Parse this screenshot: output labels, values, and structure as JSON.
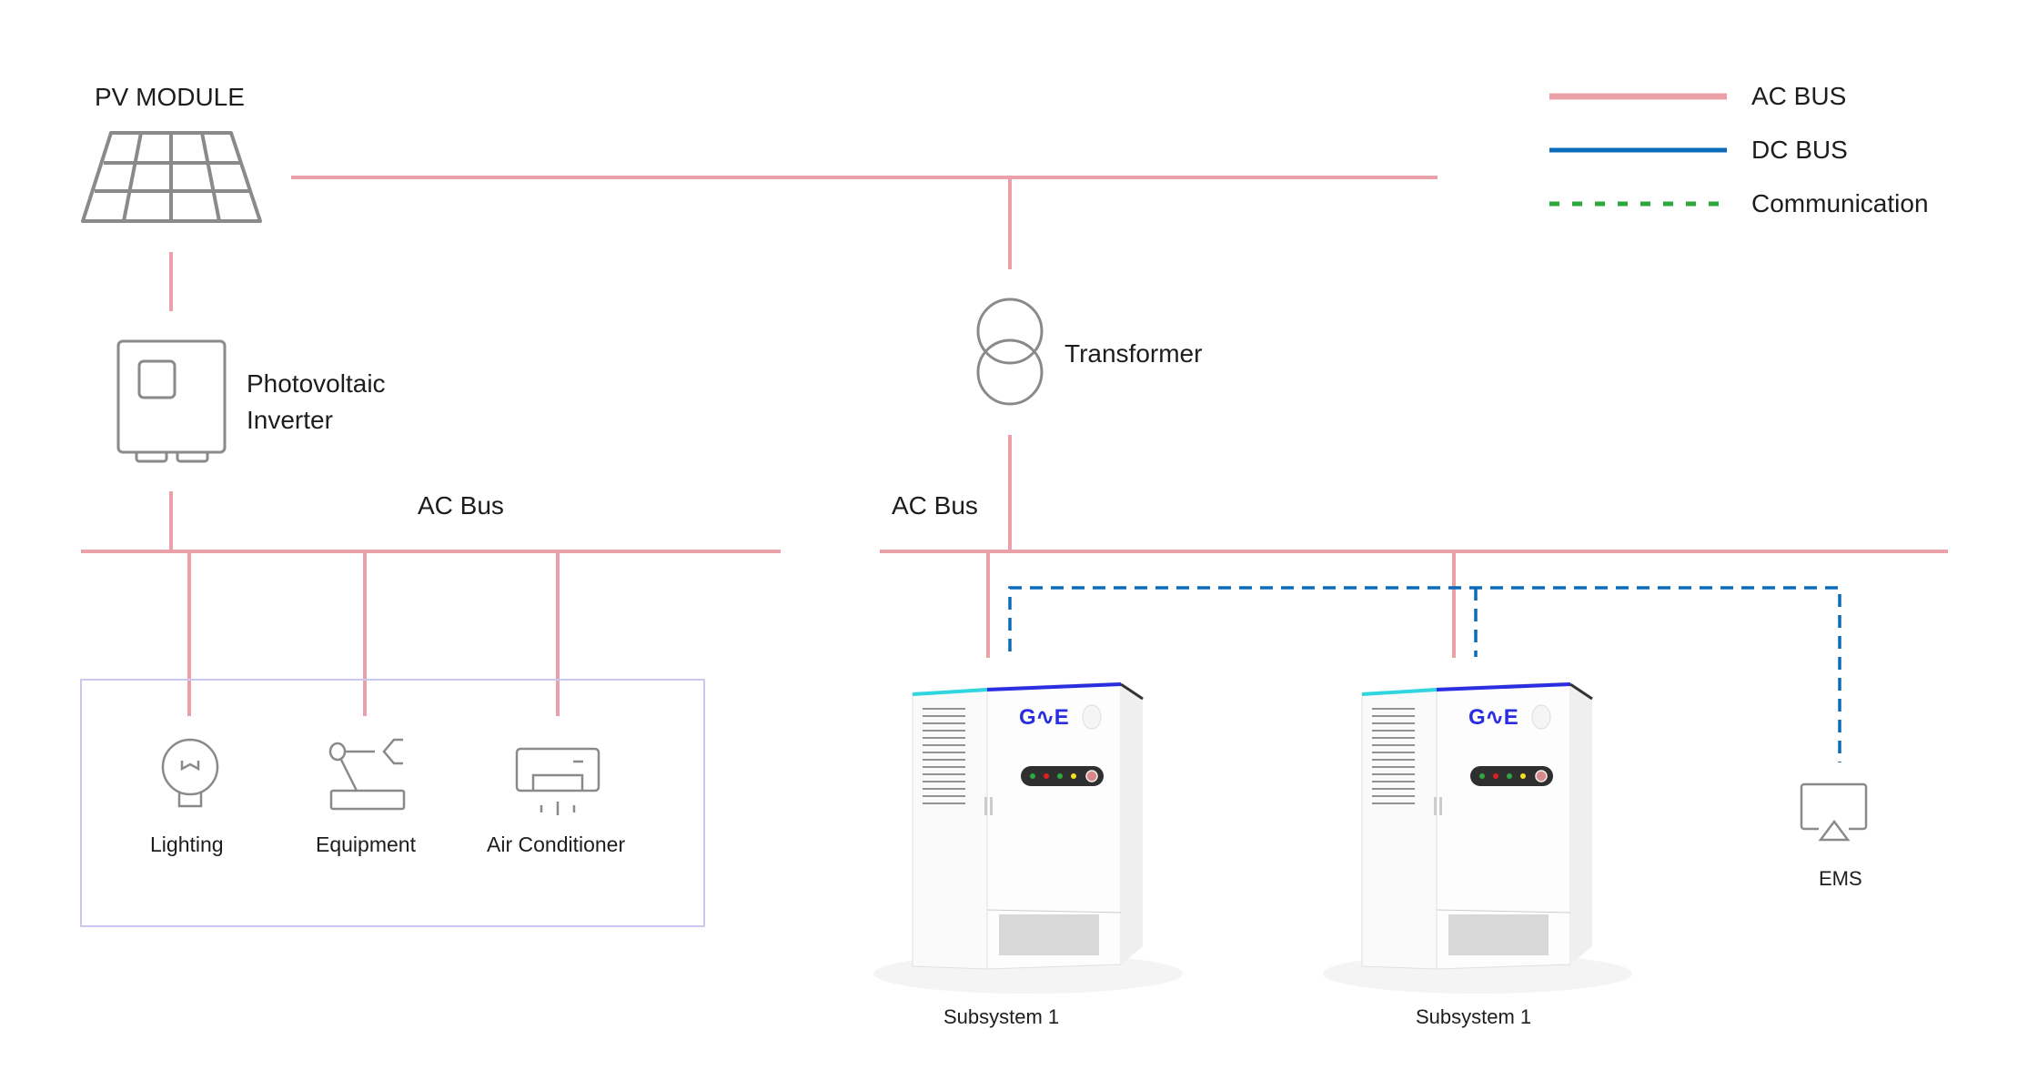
{
  "legend": {
    "items": [
      {
        "label": "AC BUS",
        "style": "solid",
        "color": "#e9a0a6"
      },
      {
        "label": "DC BUS",
        "style": "solid",
        "color": "#0b6bb8"
      },
      {
        "label": "Communication",
        "style": "dashed",
        "color": "#2ea83c"
      }
    ]
  },
  "colors": {
    "ac_bus": "#e9a0a6",
    "dc_bus": "#0b6bb8",
    "communication": "#2ea83c",
    "icon_stroke": "#8a8a8a",
    "load_box_border": "#c8c8f0",
    "cabinet_accent_cyan": "#2fd6e0",
    "cabinet_accent_blue": "#2a2ee0"
  },
  "nodes": {
    "pv_module": {
      "label": "PV MODULE"
    },
    "pv_inverter": {
      "label_line1": "Photovoltaic",
      "label_line2": "Inverter"
    },
    "transformer": {
      "label": "Transformer"
    },
    "left_bus": {
      "label": "AC Bus"
    },
    "right_bus": {
      "label": "AC Bus"
    },
    "loads": [
      {
        "label": "Lighting",
        "icon": "light-bulb-icon"
      },
      {
        "label": "Equipment",
        "icon": "robot-arm-icon"
      },
      {
        "label": "Air Conditioner",
        "icon": "air-conditioner-icon"
      }
    ],
    "subsystems": [
      {
        "label": "Subsystem 1",
        "brand": "GNE"
      },
      {
        "label": "Subsystem 1",
        "brand": "GNE"
      }
    ],
    "ems": {
      "label": "EMS"
    }
  }
}
